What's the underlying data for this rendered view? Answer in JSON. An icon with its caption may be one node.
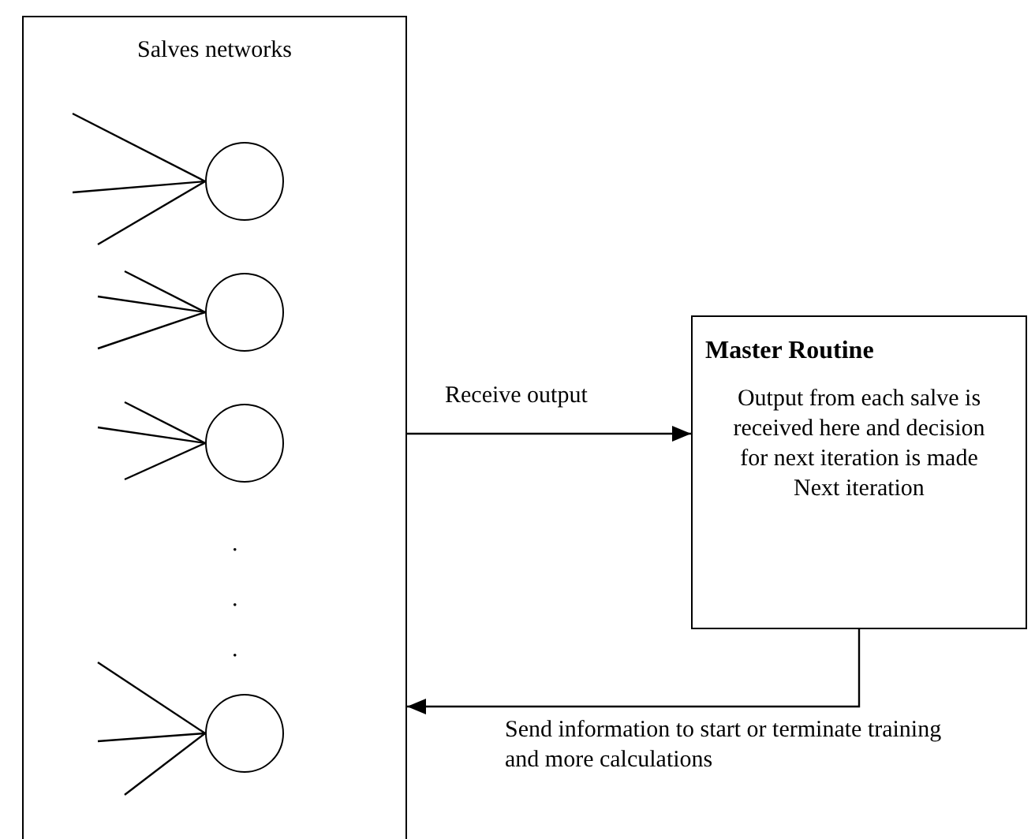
{
  "diagram": {
    "nodes": [
      {
        "text": [
          "Salves networks"
        ]
      },
      {
        "text": [],
        "shape": "circle",
        "in": 0
      },
      {
        "text": [],
        "shape": "circle",
        "in": 0
      },
      {
        "text": [],
        "shape": "circle",
        "in": 0
      },
      {
        "text": [],
        "shape": "circle",
        "in": 0
      },
      {
        "text": [
          "Master Routine",
          "Output from each salve is received here and decision for next iteration is made",
          "Next iteration"
        ]
      }
    ],
    "edges": [
      {
        "from": 0,
        "to": 5,
        "label": "Receive output",
        "arrow": "to"
      },
      {
        "from": 5,
        "to": 0,
        "label": "Send information to start or terminate training and more calculations",
        "arrow": "to"
      },
      {
        "from": null,
        "to": 1,
        "arrow": "none"
      },
      {
        "from": null,
        "to": 1,
        "arrow": "none"
      },
      {
        "from": null,
        "to": 1,
        "arrow": "none"
      },
      {
        "from": null,
        "to": 2,
        "arrow": "none"
      },
      {
        "from": null,
        "to": 2,
        "arrow": "none"
      },
      {
        "from": null,
        "to": 2,
        "arrow": "none"
      },
      {
        "from": null,
        "to": 3,
        "arrow": "none"
      },
      {
        "from": null,
        "to": 3,
        "arrow": "none"
      },
      {
        "from": null,
        "to": 3,
        "arrow": "none"
      },
      {
        "from": null,
        "to": 4,
        "arrow": "none"
      },
      {
        "from": null,
        "to": 4,
        "arrow": "none"
      },
      {
        "from": null,
        "to": 4,
        "arrow": "none"
      }
    ],
    "labels": [
      ".",
      ".",
      "."
    ]
  }
}
